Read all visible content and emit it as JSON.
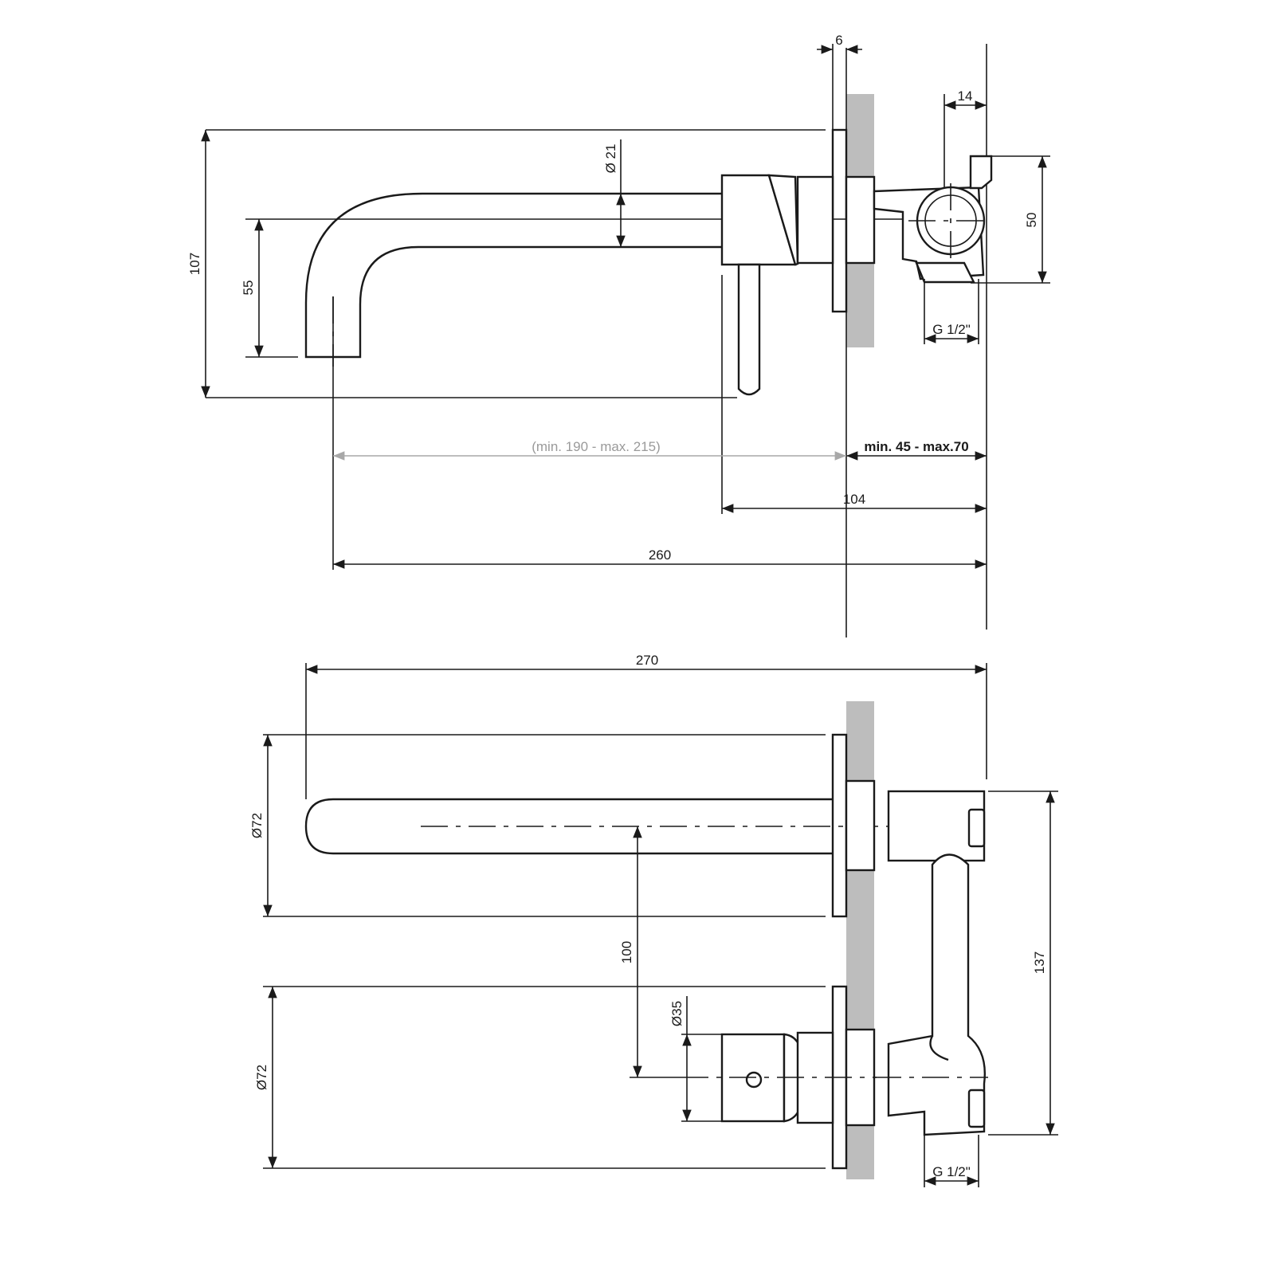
{
  "diagram": {
    "top_view": {
      "dim_wall_plate": "6",
      "dim_box_depth": "14",
      "dim_pipe": "Ø 21",
      "dim_height_total": "107",
      "dim_spout_drop": "55",
      "dim_box_height": "50",
      "dim_thread": "G 1/2\"",
      "dim_install_range": "(min. 190 - max. 215)",
      "dim_wall_depth": "min. 45 - max.70",
      "dim_handle_offset": "104",
      "dim_length": "260"
    },
    "bottom_view": {
      "dim_length": "270",
      "dim_rosette_upper": "Ø72",
      "dim_rosette_lower": "Ø72",
      "dim_axis_distance": "100",
      "dim_handle_dia": "Ø35",
      "dim_box_height": "137",
      "dim_thread": "G 1/2\""
    }
  }
}
